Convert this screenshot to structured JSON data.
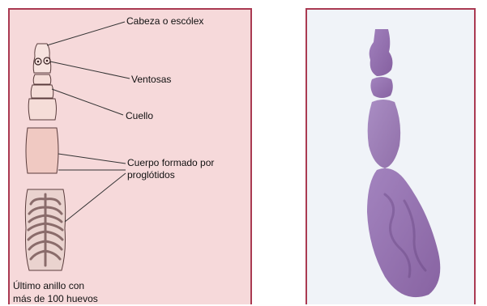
{
  "diagram": {
    "labels": {
      "scolex": "Cabeza o escólex",
      "suckers": "Ventosas",
      "neck": "Cuello",
      "body_line1": "Cuerpo formado por",
      "body_line2": "proglótidos",
      "last_ring_line1": "Último anillo con",
      "last_ring_line2": "más de 100 huevos"
    }
  },
  "colors": {
    "left_panel_bg": "#f6d9da",
    "frame_border": "#aa3a52",
    "right_panel_bg": "#f0f3f8",
    "worm_purple": "#8b63a8"
  }
}
